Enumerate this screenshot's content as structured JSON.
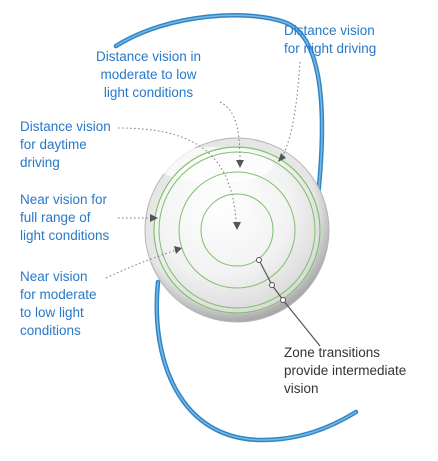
{
  "labels": {
    "distance_night": "Distance vision\nfor night driving",
    "distance_moderate": "Distance vision in\nmoderate to low\nlight conditions",
    "distance_day": "Distance vision\nfor daytime\ndriving",
    "near_full": "Near vision for\nfull range of\nlight conditions",
    "near_moderate": "Near vision\nfor moderate\nto low light\nconditions",
    "zone_transitions": "Zone transitions\nprovide intermediate\nvision"
  },
  "colors": {
    "label_text": "#2878c8",
    "transition_text": "#333333",
    "haptic": "#2f86c4",
    "zone_ring": "#7fbf6a",
    "lens_rim": "#bfbfbf",
    "leader": "#777777"
  }
}
